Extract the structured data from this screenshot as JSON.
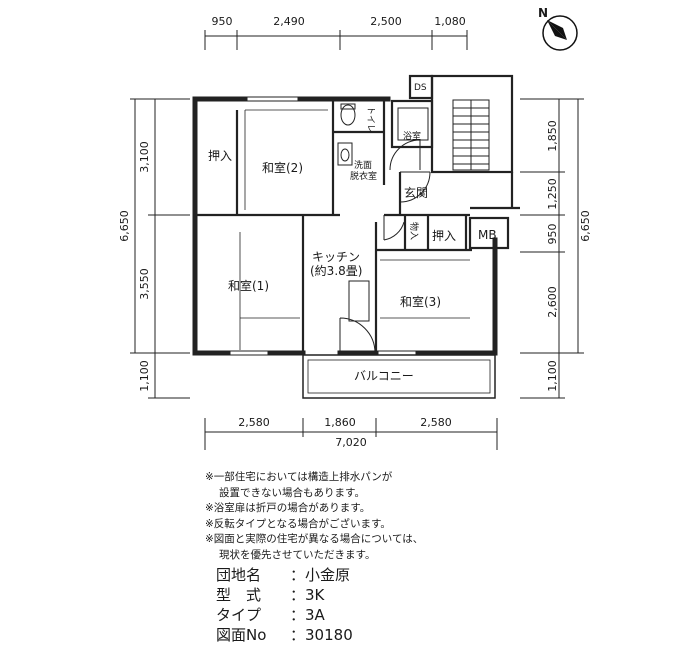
{
  "top_dimensions": [
    "950",
    "2,490",
    "2,500",
    "1,080"
  ],
  "bottom_dimensions": [
    "2,580",
    "1,860",
    "2,580"
  ],
  "bottom_total": "7,020",
  "left_dimensions": [
    "3,100",
    "3,550",
    "1,100"
  ],
  "left_total": "6,650",
  "right_dimensions": [
    "1,850",
    "1,250",
    "950",
    "2,600",
    "1,100"
  ],
  "right_total": "6,650",
  "compass_label": "N",
  "rooms": {
    "oshiire_left": "押入",
    "washitsu_2": "和室(2)",
    "toilet": "トイレ",
    "bath": "浴室",
    "ds": "DS",
    "senmen_1": "洗面",
    "senmen_2": "脱衣室",
    "genkan": "玄関",
    "kitchen_1": "キッチン",
    "kitchen_2": "(約3.8畳)",
    "washitsu_1": "和室(1)",
    "monoire": "物入",
    "oshiire_right": "押入",
    "mb": "MB",
    "washitsu_3": "和室(3)",
    "balcony": "バルコニー"
  },
  "notes": [
    "※一部住宅においては構造上排水パンが",
    "設置できない場合もあります。",
    "※浴室扉は折戸の場合があります。",
    "※反転タイプとなる場合がございます。",
    "※図面と実際の住宅が異なる場合については、",
    "現状を優先させていただきます。"
  ],
  "info": [
    {
      "label": "団地名",
      "value": "小金原"
    },
    {
      "label": "型　式",
      "value": "3K"
    },
    {
      "label": "タイプ",
      "value": "3A"
    },
    {
      "label": "図面No",
      "value": "30180"
    }
  ]
}
